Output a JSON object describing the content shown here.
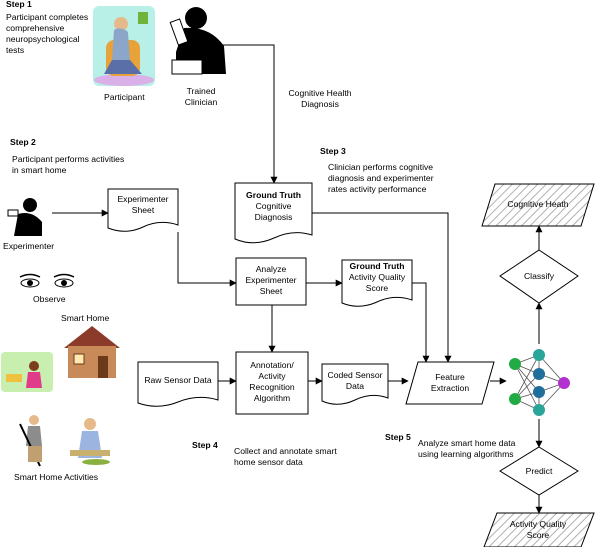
{
  "step1": {
    "title": "Step 1",
    "lines": [
      "Participant completes",
      "comprehensive",
      "neuropsychological",
      "tests"
    ],
    "participant_label": "Participant",
    "clinician_label": [
      "Trained",
      "Clinician"
    ]
  },
  "diagnosis_label": [
    "Cognitive Health",
    "Diagnosis"
  ],
  "step2": {
    "title": "Step 2",
    "lines": [
      "Participant performs activities",
      "in smart home"
    ],
    "experimenter_label": "Experimenter",
    "observe_label": "Observe",
    "smart_home_label": "Smart Home",
    "activities_label": "Smart Home Activities"
  },
  "step3": {
    "title": "Step 3",
    "lines": [
      "Clinician performs cognitive",
      "diagnosis and experimenter",
      "rates activity performance"
    ]
  },
  "step4": {
    "title": "Step 4",
    "lines": [
      "Collect and annotate smart",
      "home sensor data"
    ]
  },
  "step5": {
    "title": "Step 5",
    "lines": [
      "Analyze smart home data",
      "using learning algorithms"
    ]
  },
  "nodes": {
    "experimenter_sheet": [
      "Experimenter",
      "Sheet"
    ],
    "ground_truth_diag": {
      "bold": "Ground Truth",
      "lines": [
        "Cognitive",
        "Diagnosis"
      ]
    },
    "analyze_sheet": [
      "Analyze",
      "Experimenter",
      "Sheet"
    ],
    "ground_truth_score": {
      "bold": "Ground Truth",
      "lines": [
        "Activity Quality",
        "Score"
      ]
    },
    "raw_sensor": "Raw Sensor Data",
    "annotation": [
      "Annotation/",
      "Activity",
      "Recognition",
      "Algorithm"
    ],
    "coded_sensor": [
      "Coded Sensor",
      "Data"
    ],
    "feature_extraction": [
      "Feature",
      "Extraction"
    ],
    "cognitive_health": "Cognitive Heath",
    "classify": "Classify",
    "predict": "Predict",
    "activity_quality": [
      "Activity Quality",
      "Score"
    ]
  },
  "colors": {
    "line": "#000000",
    "doc_fill": "#ffffff",
    "hatch": "#b0b0b0",
    "nn_teal": "#2aa59a",
    "nn_green": "#22aa44",
    "nn_blue": "#1f6f9a",
    "nn_purple": "#b22fd0",
    "house_wall": "#c98a5a",
    "house_roof": "#8c3a2a"
  },
  "icons": [
    "participant-clipart-icon",
    "clinician-silhouette-icon",
    "experimenter-silhouette-icon",
    "eyes-icon",
    "house-icon",
    "activity-clipart-icon",
    "cleaning-person-icon",
    "cooking-person-icon",
    "neural-network-icon"
  ]
}
